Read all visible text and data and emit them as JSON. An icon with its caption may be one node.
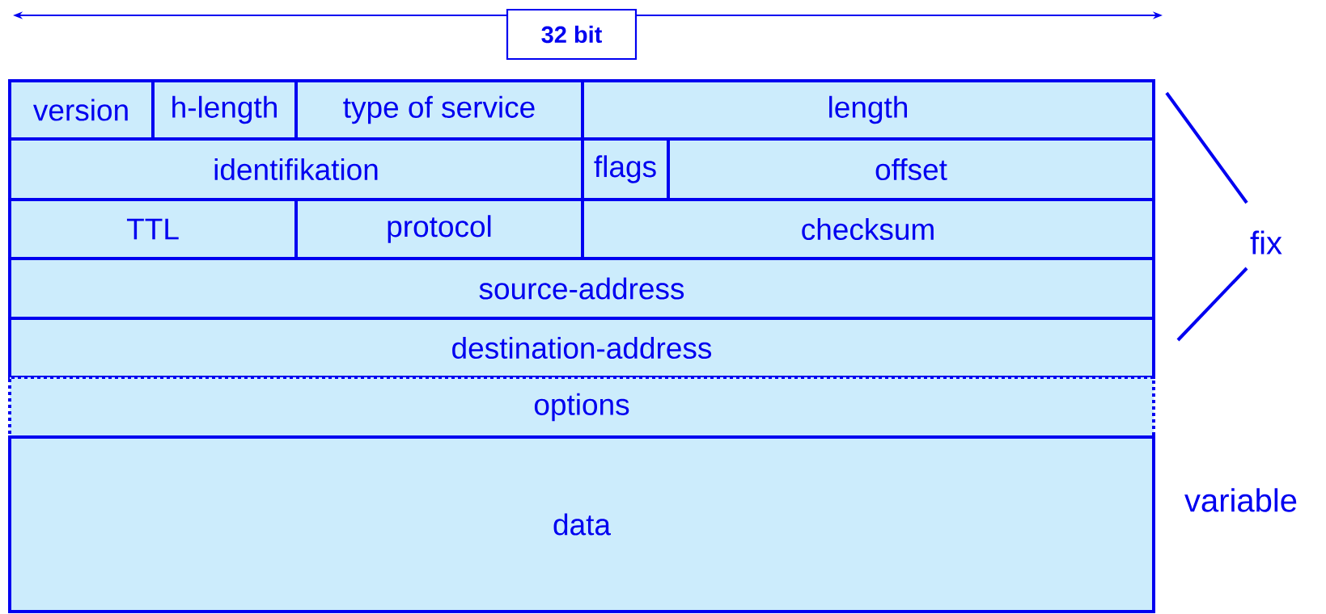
{
  "diagram": {
    "nodes": [
      {
        "text": [
          "32 bit"
        ]
      },
      {
        "text": [
          "version"
        ]
      },
      {
        "text": [
          "h-length"
        ]
      },
      {
        "text": [
          "type of service"
        ]
      },
      {
        "text": [
          "length"
        ]
      },
      {
        "text": [
          "identifikation"
        ]
      },
      {
        "text": [
          "flags"
        ]
      },
      {
        "text": [
          "offset"
        ]
      },
      {
        "text": [
          "TTL"
        ]
      },
      {
        "text": [
          "protocol"
        ]
      },
      {
        "text": [
          "checksum"
        ]
      },
      {
        "text": [
          "source-address"
        ]
      },
      {
        "text": [
          "destination-address"
        ]
      },
      {
        "text": [
          "options"
        ]
      },
      {
        "text": [
          "data"
        ]
      }
    ],
    "labels": [
      "fix",
      "variable"
    ]
  }
}
